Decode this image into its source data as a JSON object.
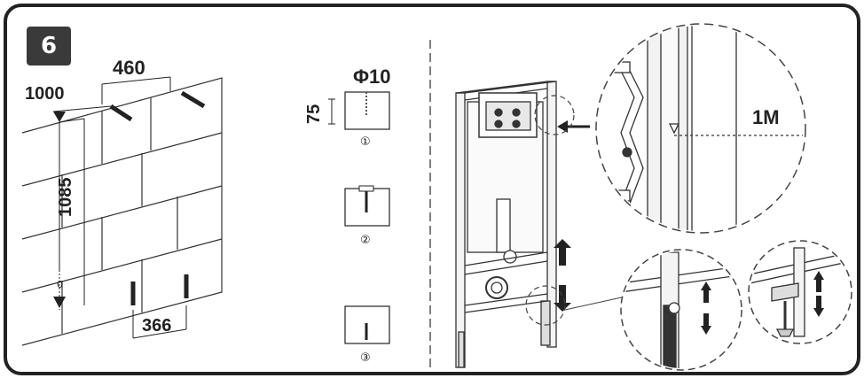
{
  "step": {
    "number": "6"
  },
  "wall": {
    "dim_height_top": "1000",
    "dim_spacing_top": "460",
    "dim_vertical": "1085",
    "dim_floor": "0",
    "dim_spacing_bottom": "366"
  },
  "anchor": {
    "diameter_label": "Φ10",
    "depth_label": "75",
    "steps": [
      "①",
      "②",
      "③"
    ]
  },
  "frame_detail": {
    "level_label": "1M"
  }
}
